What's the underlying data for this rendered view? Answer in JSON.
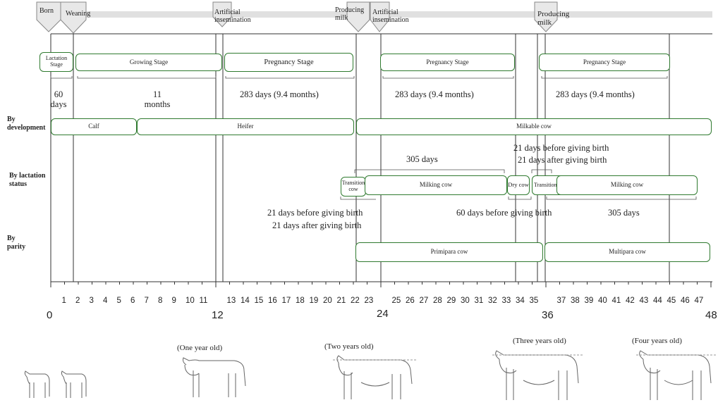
{
  "events": [
    {
      "key": "born",
      "label": "Born"
    },
    {
      "key": "weaning",
      "label": "Weaning"
    },
    {
      "key": "ai1",
      "label": "Artificial insemination"
    },
    {
      "key": "pm1",
      "label": "Producing milk"
    },
    {
      "key": "ai2",
      "label": "Artificial insemination"
    },
    {
      "key": "pm2",
      "label": "Producing milk"
    }
  ],
  "stages": [
    {
      "label": "Lactation Stage"
    },
    {
      "label": "Growing Stage"
    },
    {
      "label": "Pregnancy Stage"
    },
    {
      "label": "Pregnancy Stage"
    },
    {
      "label": "Pregnancy Stage"
    }
  ],
  "durations": [
    {
      "label": "60 days"
    },
    {
      "label": "11 months"
    },
    {
      "label": "283 days (9.4 months)"
    },
    {
      "label": "283  days  (9.4  months)"
    },
    {
      "label": "283  days  (9.4  months)"
    }
  ],
  "rows": {
    "development": "By development",
    "lactation": "By lactation status",
    "parity": "By parity"
  },
  "development": [
    {
      "label": "Calf"
    },
    {
      "label": "Heifer"
    },
    {
      "label": "Milkable cow"
    }
  ],
  "lactation": [
    {
      "label": "Transition cow"
    },
    {
      "label": "Milking cow"
    },
    {
      "label": "Dry cow"
    },
    {
      "label": "Transition cow"
    },
    {
      "label": "Milking cow"
    }
  ],
  "parity": [
    {
      "label": "Primipara cow"
    },
    {
      "label": "Multipara  cow"
    }
  ],
  "notes": {
    "days305_top": "305  days",
    "transition_top_1": "21 days before giving birth",
    "transition_top_2": "21 days after giving birth",
    "transition_bot_1": "21 days before giving birth",
    "transition_bot_2": "21 days after giving birth",
    "dry": "60 days before giving birth",
    "days305_bot": "305   days"
  },
  "axis": {
    "months": [
      "1",
      "2",
      "3",
      "4",
      "5",
      "6",
      "7",
      "8",
      "9",
      "10",
      "11",
      "13",
      "14",
      "15",
      "16",
      "17",
      "18",
      "19",
      "20",
      "21",
      "22",
      "23",
      "25",
      "26",
      "27",
      "28",
      "29",
      "30",
      "31",
      "32",
      "33",
      "34",
      "35",
      "37",
      "38",
      "39",
      "40",
      "41",
      "42",
      "43",
      "44",
      "45",
      "46",
      "47"
    ],
    "major": [
      "0",
      "12",
      "24",
      "36",
      "48"
    ],
    "unit": ""
  },
  "ages": [
    {
      "label": "(One year old)"
    },
    {
      "label": "(Two years old)"
    },
    {
      "label": "(Three years old)"
    },
    {
      "label": "(Four years old)"
    }
  ],
  "colors": {
    "box_border": "#2f7a2f",
    "gridline": "#333333",
    "timeline_bar": "#e0e0e0",
    "marker_fill": "#e8e8e8"
  }
}
